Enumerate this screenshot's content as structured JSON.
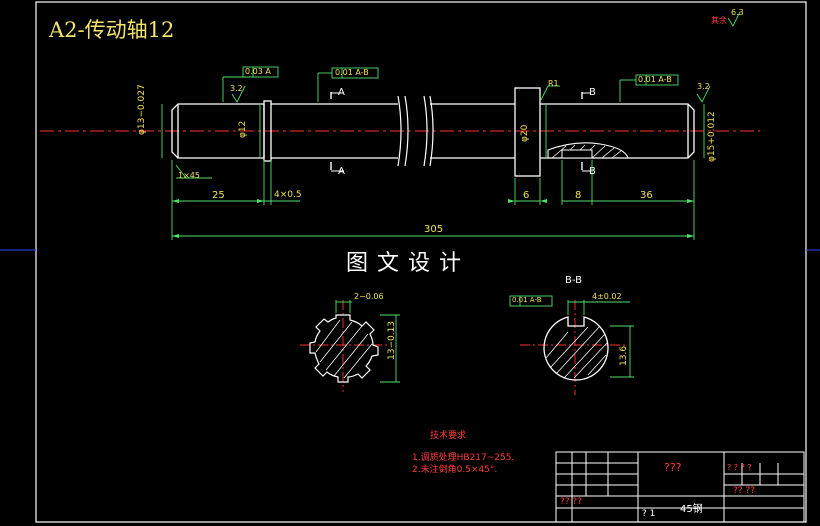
{
  "title": "A2-传动轴12",
  "watermark": "图文设计",
  "roughness_corner": {
    "label": "其余",
    "value": "6.3"
  },
  "dimensions": {
    "overall": "305",
    "left_len": "25",
    "groove": "4×0.5",
    "collar": "6",
    "key_len": "8",
    "right_len": "36",
    "chamfer": "1×45",
    "dia_left": "φ13−0.027",
    "dia_12": "φ12",
    "dia_20": "φ20",
    "dia_right": "φ15+0.012",
    "radius": "R1",
    "rough_left": "3.2",
    "rough_right": "3.2",
    "tol_1": "0.03 A",
    "tol_2": "0.01 A-B",
    "tol_3": "0.01 A-B"
  },
  "sections": {
    "a_label": "A",
    "b_label": "B",
    "bb_title": "B-B",
    "spline_w": "2−0.06",
    "spline_h": "13−0.13",
    "key_w": "4±0.02",
    "key_h": "13.6",
    "sym_tol": "0.01 A-B"
  },
  "tech_req": {
    "title": "技术要求",
    "line1": "1.调质处理HB217~255.",
    "line2": "2.未注倒角0.5×45°."
  },
  "title_block": {
    "name": "???",
    "material": "45钢",
    "c1": "?? ??",
    "c2": "? ? ? ?",
    "c3": "? 1",
    "c4": "?? ??"
  },
  "colors": {
    "outline": "#ffffff",
    "dimension": "#4fe06a",
    "centerline": "#ff3030",
    "title": "#f4e46a"
  }
}
